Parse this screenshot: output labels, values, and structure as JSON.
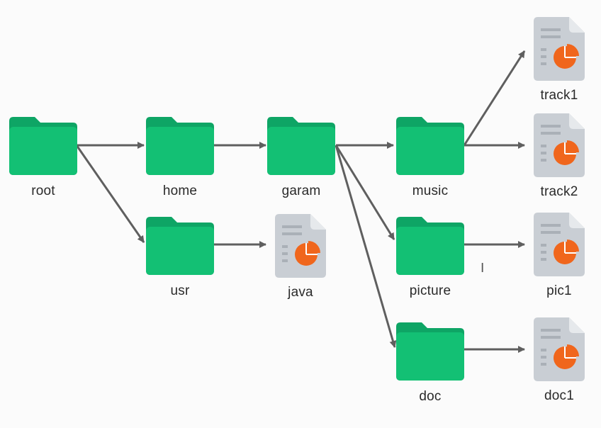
{
  "nodes": {
    "root": "root",
    "home": "home",
    "usr": "usr",
    "garam": "garam",
    "java": "java",
    "music": "music",
    "picture": "picture",
    "doc": "doc",
    "track1": "track1",
    "track2": "track2",
    "pic1": "pic1",
    "doc1": "doc1"
  },
  "icons": {
    "folder": "folder-icon",
    "file": "file-chart-icon"
  },
  "colors": {
    "folder": "#13c074",
    "folder_tab": "#0ea565",
    "file_body": "#c9ced4",
    "file_pie": "#f0661c",
    "arrow": "#5f5f5f"
  }
}
